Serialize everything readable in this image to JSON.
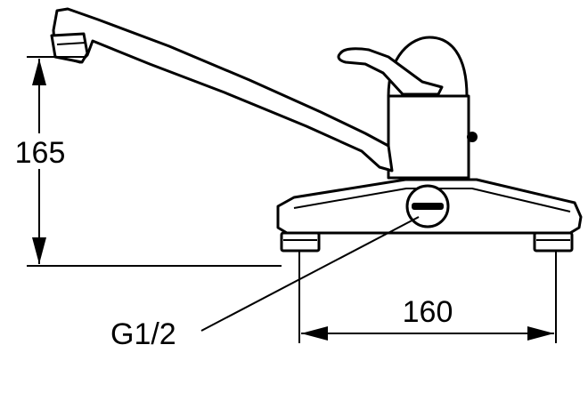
{
  "dimensions": {
    "height_label": "165",
    "width_label": "160",
    "connection_label": "G1/2"
  },
  "colors": {
    "line": "#000000",
    "background": "#ffffff"
  }
}
